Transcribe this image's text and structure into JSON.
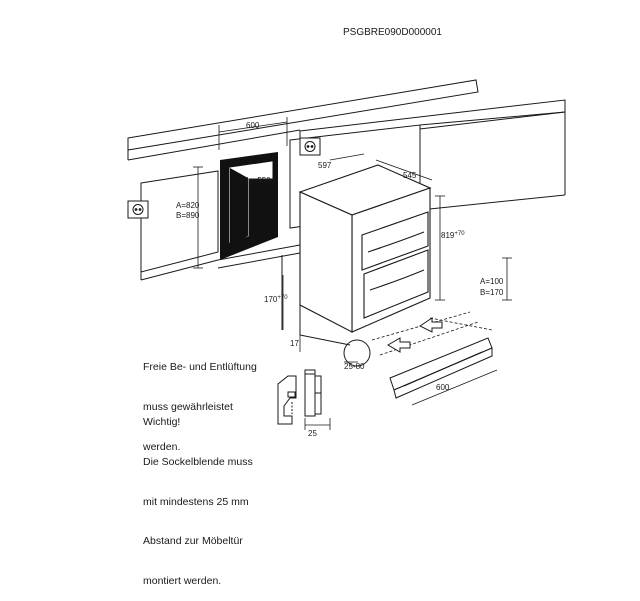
{
  "diagram": {
    "part_code": "PSGBRE090D000001",
    "dimensions": {
      "niche_width": "600",
      "niche_depth": "min. 550",
      "height_a": "A=820",
      "height_b": "B=890",
      "appliance_depth": "597",
      "appliance_width": "545",
      "appliance_height": "819",
      "appliance_height_sup": "+70",
      "plinth_height": "170",
      "plinth_height_sup": "+70",
      "plinth_gap": "17",
      "vent_offset": "25-80",
      "plinth_a": "A=100",
      "plinth_b": "B=170",
      "plinth_width": "600",
      "door_gap": "25"
    },
    "notes": {
      "ventilation": [
        "Freie Be- und Entlüftung",
        "muss gewährleistet",
        "werden."
      ],
      "important": [
        "Wichtig!",
        "Die Sockelblende muss",
        "mit mindestens 25 mm",
        "Abstand zur Möbeltür",
        "montiert werden."
      ]
    },
    "colors": {
      "line": "#1a1a1a",
      "niche_fill": "#111111",
      "cabinet": "#ffffff"
    }
  }
}
